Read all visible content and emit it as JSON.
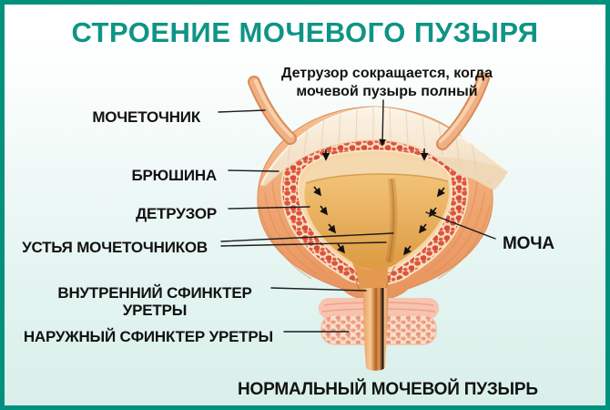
{
  "title": "СТРОЕНИЕ МОЧЕВОГО ПУЗЫРЯ",
  "annotation_top": {
    "line1": "Детрузор сокращается, когда",
    "line2": "мочевой пузырь полный"
  },
  "labels": {
    "ureter": "МОЧЕТОЧНИК",
    "peritoneum": "БРЮШИНА",
    "detrusor": "ДЕТРУЗОР",
    "ureteral_orifices": "УСТЬЯ МОЧЕТОЧНИКОВ",
    "internal_sphincter_line1": "ВНУТРЕННИЙ СФИНКТЕР",
    "internal_sphincter_line2": "УРЕТРЫ",
    "external_sphincter": "НАРУЖНЫЙ СФИНКТЕР УРЕТРЫ",
    "urine": "МОЧА"
  },
  "caption_bottom": "НОРМАЛЬНЫЙ МОЧЕВОЙ ПУЗЫРЬ",
  "colors": {
    "frame_border": "#00917e",
    "title_teal": "#0f9486",
    "label_text": "#121212",
    "bladder_wall_orange": "#efa06c",
    "detrusor_red": "#dd5643",
    "mucosa_cream": "#f7e0bd",
    "urine_amber": "#e8a44b",
    "peritoneum_cream": "#f7ecd9",
    "sphincter_pink": "#f2a78f"
  }
}
